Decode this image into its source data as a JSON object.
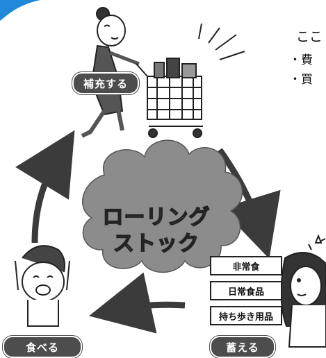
{
  "cloud": {
    "line1": "ローリング",
    "line2": "ストック"
  },
  "steps": {
    "replenish": "補充する",
    "stock": "蓄える",
    "eat": "食べる"
  },
  "stock_labels": [
    "非常食",
    "日常食品",
    "持ち歩き用品"
  ],
  "side_text": {
    "title": "ここ",
    "bullets": [
      "・費",
      "・買"
    ]
  },
  "colors": {
    "cloud": "#8c8c8c",
    "pill": "#4d4d4d",
    "arrow": "#3b3b3b",
    "accent": "#1f88d8"
  }
}
